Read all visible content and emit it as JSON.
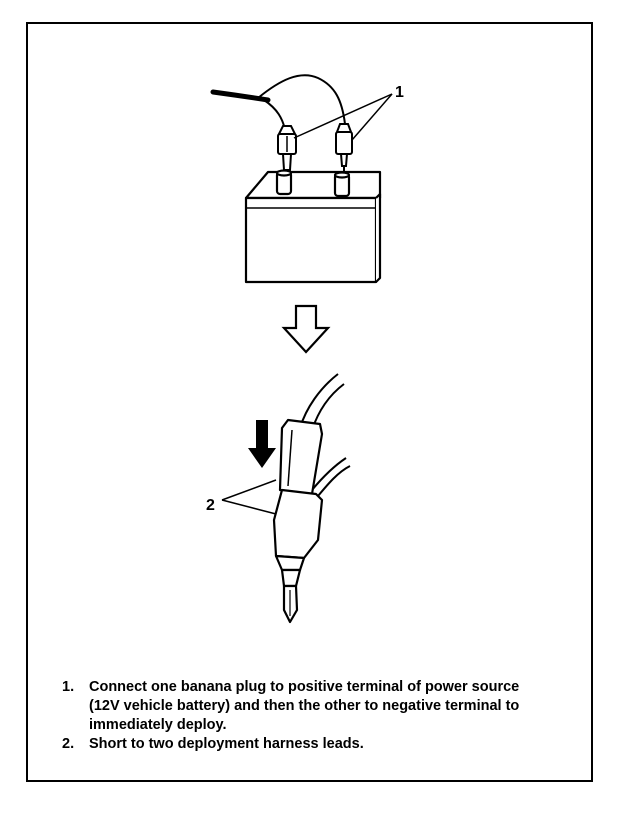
{
  "figure": {
    "callout_1": "1",
    "callout_2": "2",
    "colors": {
      "ink": "#000000",
      "paper": "#ffffff"
    },
    "icons": [
      "battery-icon",
      "banana-plug-icon",
      "down-arrow-icon",
      "connector-icon"
    ]
  },
  "instructions": [
    {
      "number": "1.",
      "text": "Connect one banana plug to positive terminal of power source (12V vehicle battery) and then the other to negative terminal to immediately deploy."
    },
    {
      "number": "2.",
      "text": "Short to two deployment harness leads."
    }
  ]
}
